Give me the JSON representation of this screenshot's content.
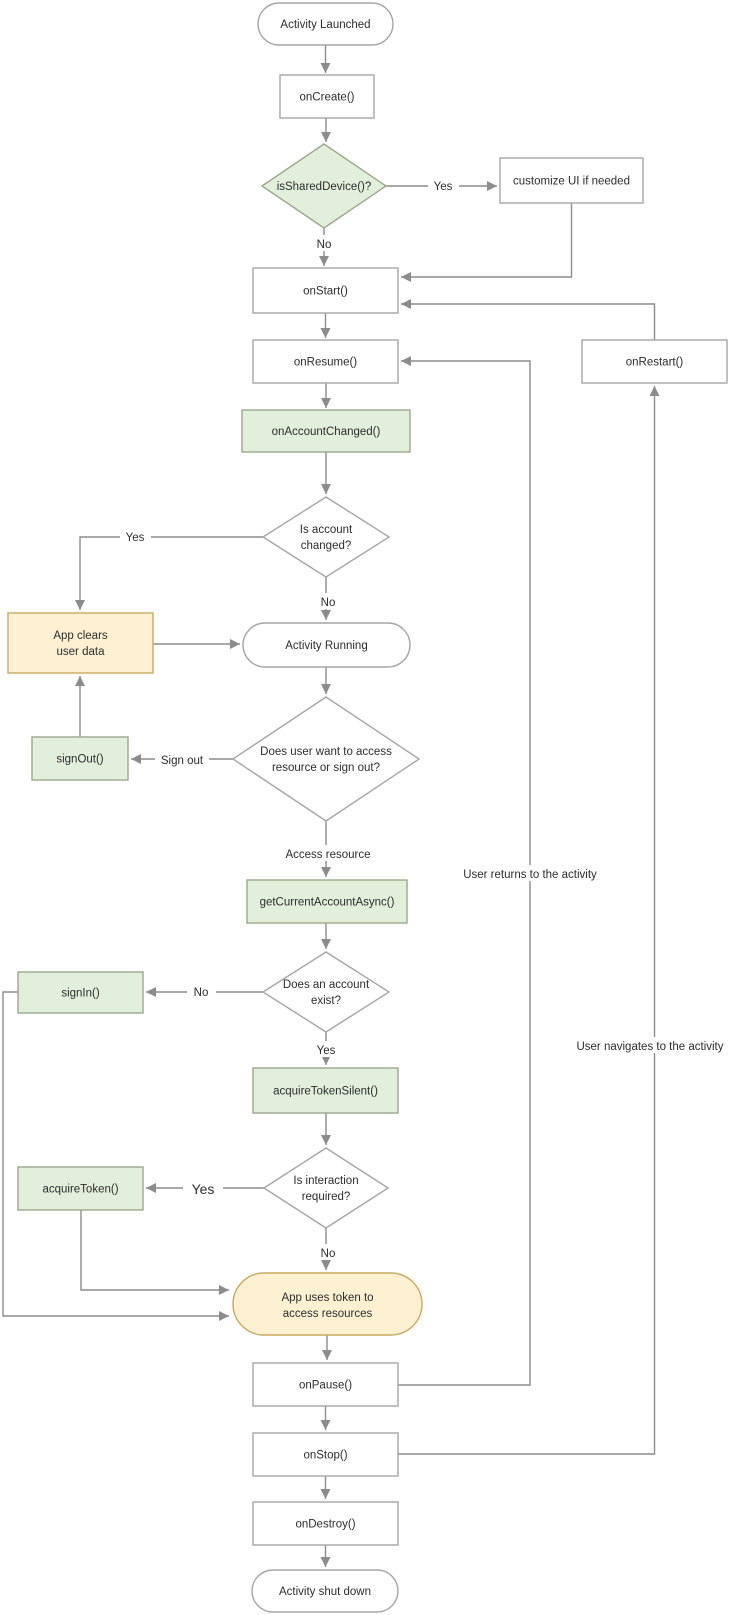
{
  "nodes": {
    "activity_launched": {
      "label": "Activity Launched"
    },
    "on_create": {
      "label": "onCreate()"
    },
    "is_shared_device": {
      "label": "isSharedDevice()?"
    },
    "customize_ui": {
      "label": "customize UI if needed"
    },
    "on_start": {
      "label": "onStart()"
    },
    "on_resume": {
      "label": "onResume()"
    },
    "on_restart": {
      "label": "onRestart()"
    },
    "on_account_changed": {
      "label": "onAccountChanged()"
    },
    "is_account_changed": {
      "line1": "Is account",
      "line2": "changed?"
    },
    "app_clears_user_data": {
      "line1": "App clears",
      "line2": "user data"
    },
    "activity_running": {
      "label": "Activity Running"
    },
    "sign_out_fn": {
      "label": "signOut()"
    },
    "does_user_want": {
      "line1": "Does user want to access",
      "line2": "resource or sign out?"
    },
    "get_current_account_async": {
      "label": "getCurrentAccountAsync()"
    },
    "does_account_exist": {
      "line1": "Does an account",
      "line2": "exist?"
    },
    "sign_in_fn": {
      "label": "signIn()"
    },
    "acquire_token_silent": {
      "label": "acquireTokenSilent()"
    },
    "is_interaction_required": {
      "line1": "Is interaction",
      "line2": "required?"
    },
    "acquire_token": {
      "label": "acquireToken()"
    },
    "app_uses_token": {
      "line1": "App uses token to",
      "line2": "access resources"
    },
    "on_pause": {
      "label": "onPause()"
    },
    "on_stop": {
      "label": "onStop()"
    },
    "on_destroy": {
      "label": "onDestroy()"
    },
    "activity_shut_down": {
      "label": "Activity shut down"
    }
  },
  "edge_labels": {
    "shared_device_yes": "Yes",
    "shared_device_no": "No",
    "account_changed_yes": "Yes",
    "account_changed_no": "No",
    "sign_out": "Sign out",
    "access_resource": "Access resource",
    "account_exist_no": "No",
    "account_exist_yes": "Yes",
    "interaction_yes": "Yes",
    "interaction_no": "No",
    "user_returns": "User returns to the activity",
    "user_navigates": "User navigates to the activity"
  },
  "colors": {
    "line": "#8c8c8c",
    "box_border": "#a6a6a6",
    "white_fill": "#ffffff",
    "green_fill": "#e2efda",
    "green_border": "#9ba88c",
    "yellow_fill": "#fdf1d2",
    "yellow_border": "#c7ab60",
    "text": "#2d2d2d"
  }
}
